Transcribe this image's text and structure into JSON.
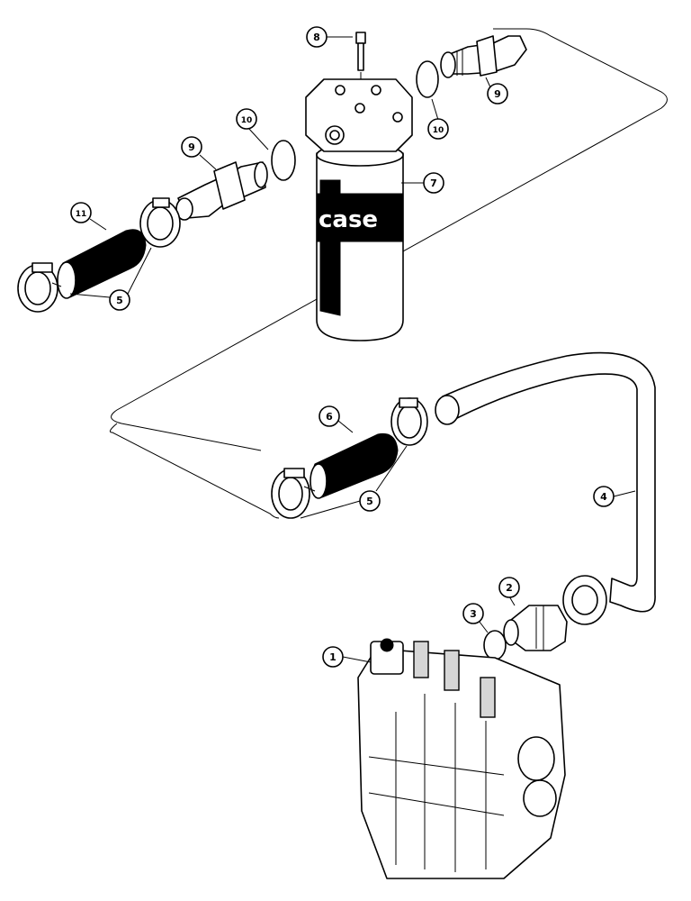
{
  "brand_text": "case",
  "callouts": [
    {
      "id": "c1",
      "label": "1"
    },
    {
      "id": "c2",
      "label": "2"
    },
    {
      "id": "c3",
      "label": "3"
    },
    {
      "id": "c4",
      "label": "4"
    },
    {
      "id": "c5a",
      "label": "5"
    },
    {
      "id": "c5b",
      "label": "5"
    },
    {
      "id": "c6",
      "label": "6"
    },
    {
      "id": "c7",
      "label": "7"
    },
    {
      "id": "c8",
      "label": "8"
    },
    {
      "id": "c9a",
      "label": "9"
    },
    {
      "id": "c9b",
      "label": "9"
    },
    {
      "id": "c10a",
      "label": "10"
    },
    {
      "id": "c10b",
      "label": "10"
    },
    {
      "id": "c11",
      "label": "11"
    }
  ]
}
